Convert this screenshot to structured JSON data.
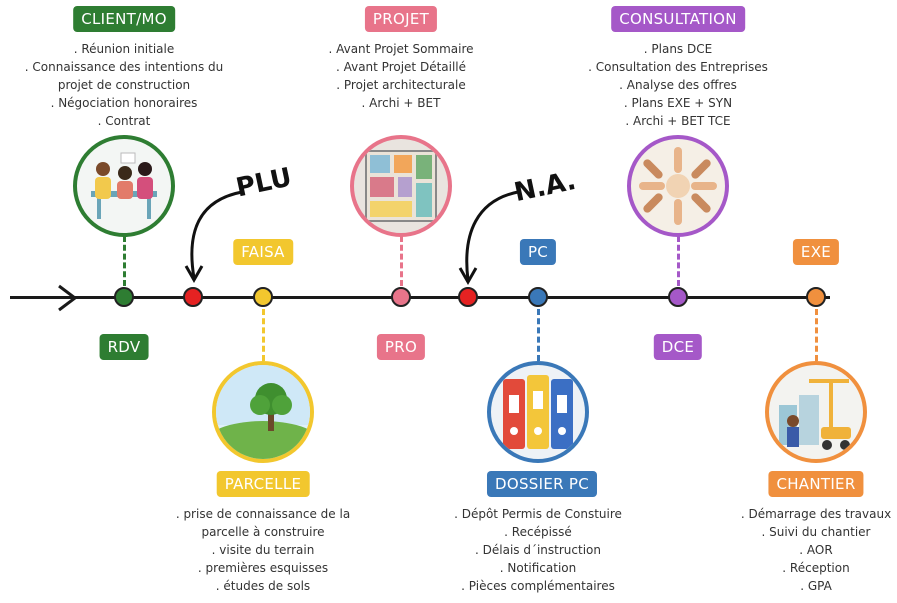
{
  "colors": {
    "green": "#2e7d32",
    "pink": "#e8748a",
    "purple": "#a558c8",
    "yellow": "#f2c72e",
    "blue": "#3a78b8",
    "orange": "#f0903e",
    "red": "#e52222"
  },
  "top": {
    "client": {
      "title": "CLIENT/MO",
      "items": [
        ". Réunion initiale",
        ". Connaissance des intentions du",
        "projet de construction",
        ". Négociation honoraires",
        ". Contrat"
      ]
    },
    "projet": {
      "title": "PROJET",
      "items": [
        ". Avant Projet Sommaire",
        ". Avant Projet Détaillé",
        ". Projet architecturale",
        ". Archi + BET"
      ]
    },
    "consultation": {
      "title": "CONSULTATION",
      "items": [
        ". Plans DCE",
        ". Consultation des Entreprises",
        ". Analyse des offres",
        ". Plans EXE + SYN",
        ". Archi + BET TCE"
      ]
    }
  },
  "bottom": {
    "parcelle": {
      "title": "PARCELLE",
      "items": [
        ". prise de connaissance de la",
        "parcelle à construire",
        ". visite du terrain",
        ". premières esquisses",
        ". études de sols"
      ]
    },
    "dossier": {
      "title": "DOSSIER PC",
      "items": [
        ". Dépôt Permis de Constuire",
        ". Recépissé",
        ". Délais d´instruction",
        ". Notification",
        ". Pièces complémentaires"
      ]
    },
    "chantier": {
      "title": "CHANTIER",
      "items": [
        ". Démarrage des travaux",
        ". Suivi du chantier",
        ". AOR",
        ". Réception",
        ". GPA"
      ]
    }
  },
  "phases": {
    "rdv": "RDV",
    "faisa": "FAISA",
    "pro": "PRO",
    "pc": "PC",
    "dce": "DCE",
    "exe": "EXE"
  },
  "annotations": {
    "plu": "PLU",
    "na": "N.A."
  },
  "icons": {
    "client": "meeting-people-icon",
    "projet": "floor-plan-icon",
    "consultation": "team-hands-icon",
    "parcelle": "tree-landscape-icon",
    "dossier": "binders-icon",
    "chantier": "construction-site-icon"
  }
}
